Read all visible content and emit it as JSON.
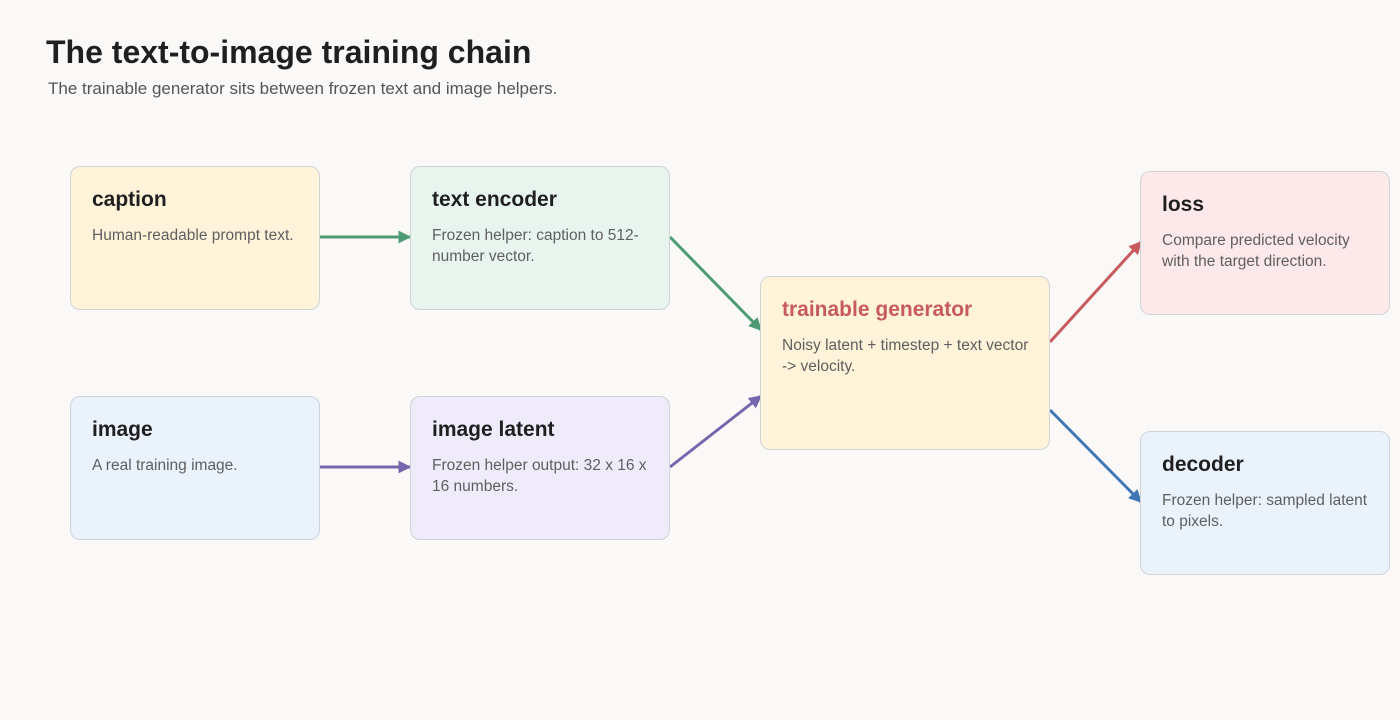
{
  "header": {
    "title": "The text-to-image training chain",
    "subtitle": "The trainable generator sits between frozen text and image helpers."
  },
  "nodes": {
    "caption": {
      "title": "caption",
      "desc": "Human-readable prompt text."
    },
    "text_encoder": {
      "title": "text encoder",
      "desc": "Frozen helper: caption to 512-number vector."
    },
    "image": {
      "title": "image",
      "desc": "A real training image."
    },
    "image_latent": {
      "title": "image latent",
      "desc": "Frozen helper output: 32 x 16 x 16 numbers."
    },
    "generator": {
      "title": "trainable generator",
      "desc": "Noisy latent + timestep + text vector -> velocity."
    },
    "loss": {
      "title": "loss",
      "desc": "Compare predicted velocity with the target direction."
    },
    "decoder": {
      "title": "decoder",
      "desc": "Frozen helper: sampled latent to pixels."
    }
  },
  "colors": {
    "yellow_fill": "#fff3da",
    "green_fill": "#e8f5ef",
    "blue_fill": "#eaf2fc",
    "purple_fill": "#efebfa",
    "pink_fill": "#fde9ea",
    "green_edge": "#4e9a74",
    "purple_edge": "#7566ad",
    "red_edge": "#c85a5d",
    "blue_edge": "#3f76b5",
    "accent_title": "#c65a5c"
  }
}
